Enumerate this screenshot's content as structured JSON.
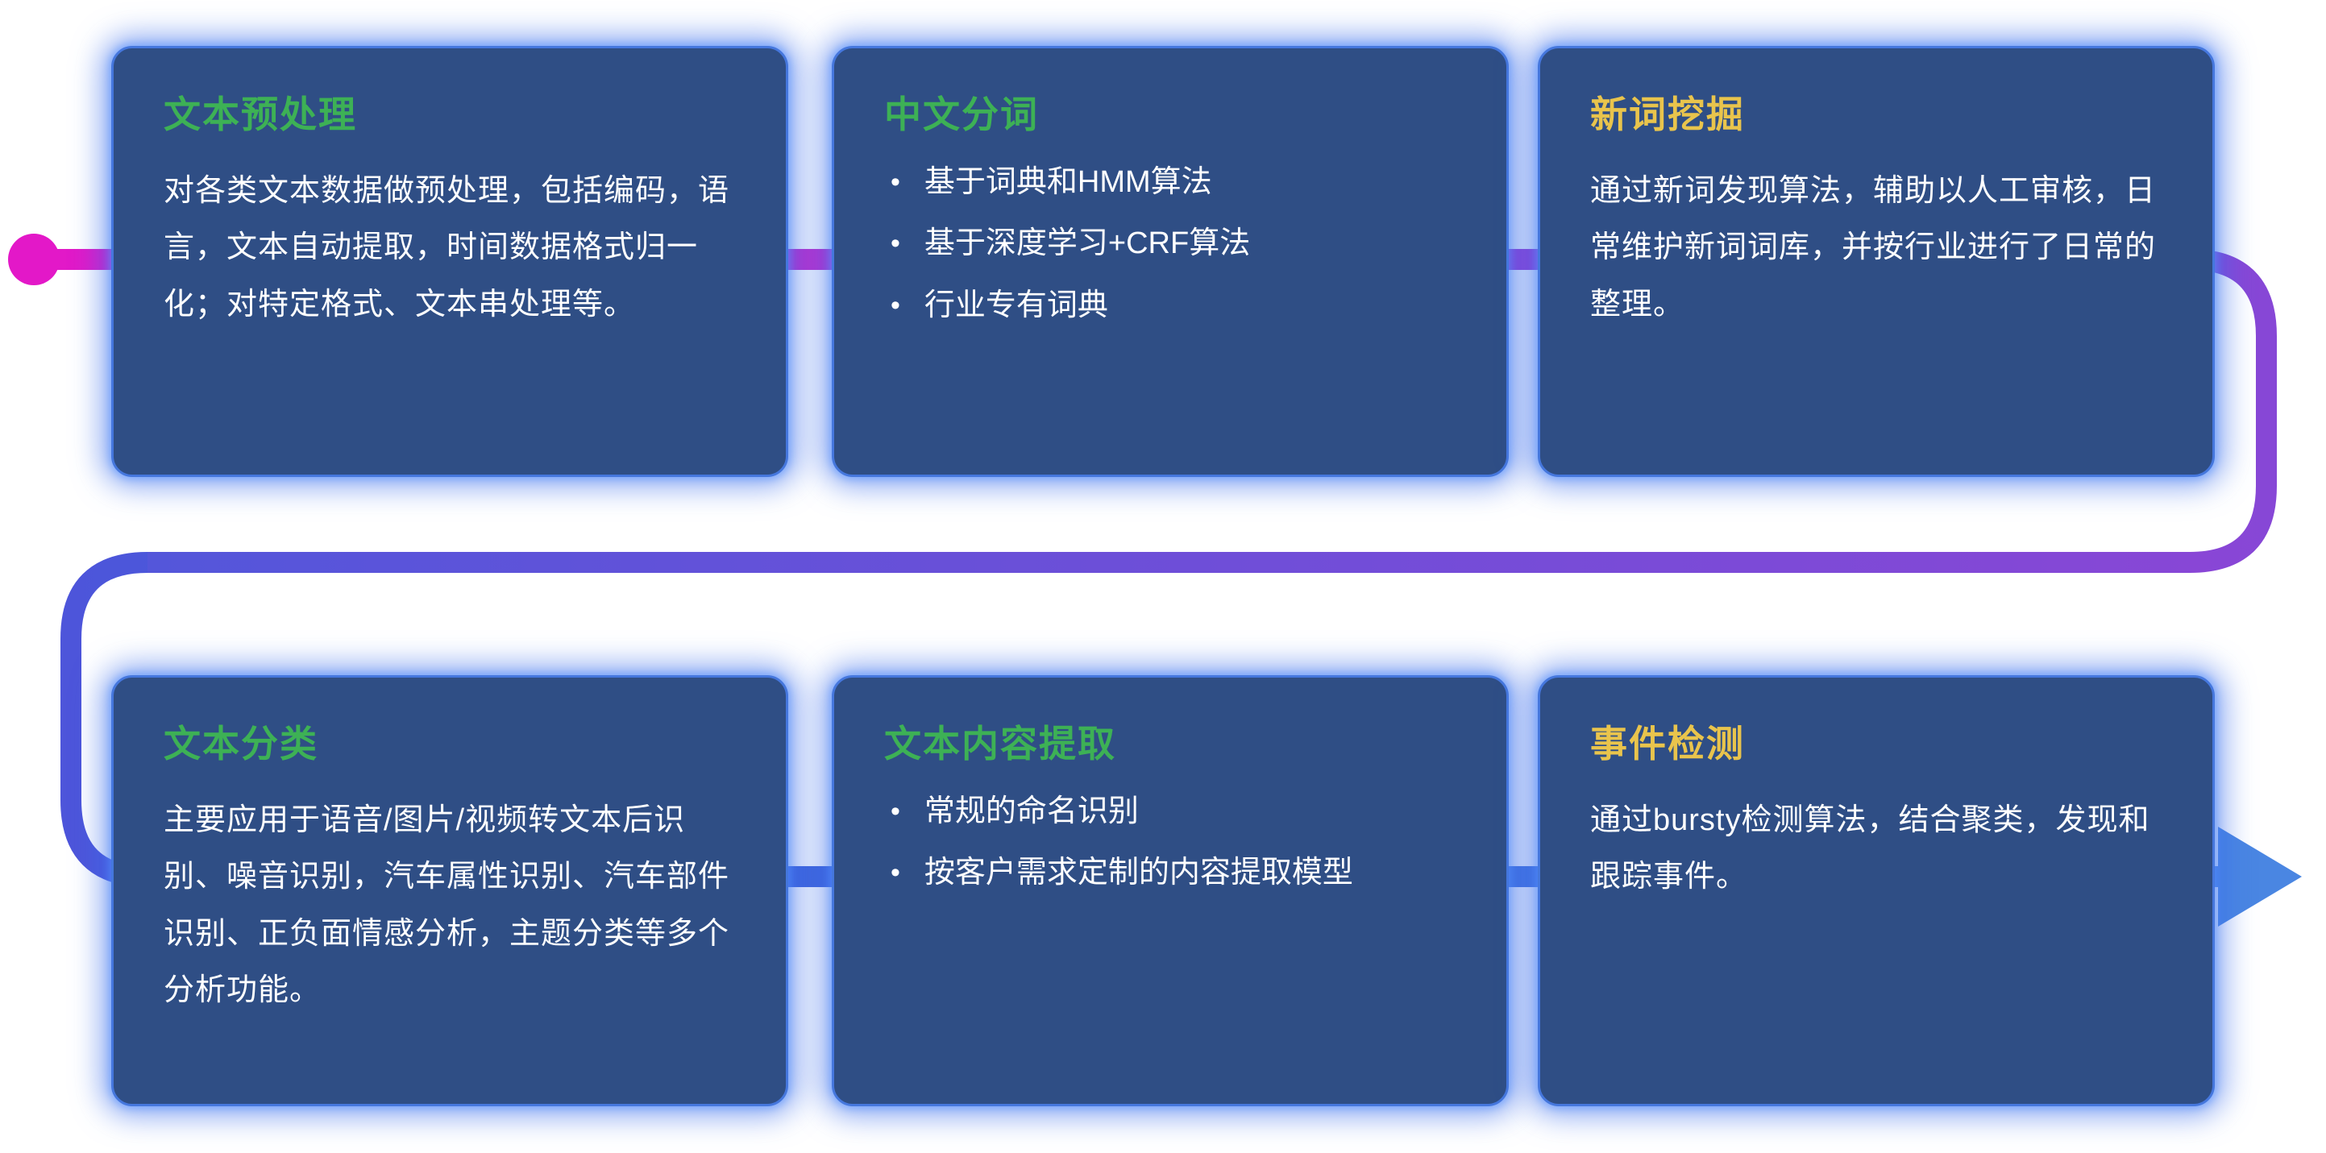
{
  "flow": {
    "colors": {
      "start_magenta": "#e318c8",
      "mid_purple": "#8747d6",
      "blue": "#3f63dc",
      "arrow_blue": "#4a86e2"
    }
  },
  "cards": [
    {
      "title": "文本预处理",
      "title_color": "green",
      "body": "对各类文本数据做预处理，包括编码，语言，文本自动提取，时间数据格式归一化；对特定格式、文本串处理等。"
    },
    {
      "title": "中文分词",
      "title_color": "green",
      "bullets": [
        "基于词典和HMM算法",
        "基于深度学习+CRF算法",
        "行业专有词典"
      ]
    },
    {
      "title": "新词挖掘",
      "title_color": "yellow",
      "body": "通过新词发现算法，辅助以人工审核，日常维护新词词库，并按行业进行了日常的整理。"
    },
    {
      "title": "文本分类",
      "title_color": "green",
      "body": "主要应用于语音/图片/视频转文本后识别、噪音识别，汽车属性识别、汽车部件识别、正负面情感分析，主题分类等多个分析功能。"
    },
    {
      "title": "文本内容提取",
      "title_color": "green",
      "bullets": [
        "常规的命名识别",
        "按客户需求定制的内容提取模型"
      ]
    },
    {
      "title": "事件检测",
      "title_color": "yellow",
      "body": "通过bursty检测算法，结合聚类，发现和跟踪事件。"
    }
  ]
}
